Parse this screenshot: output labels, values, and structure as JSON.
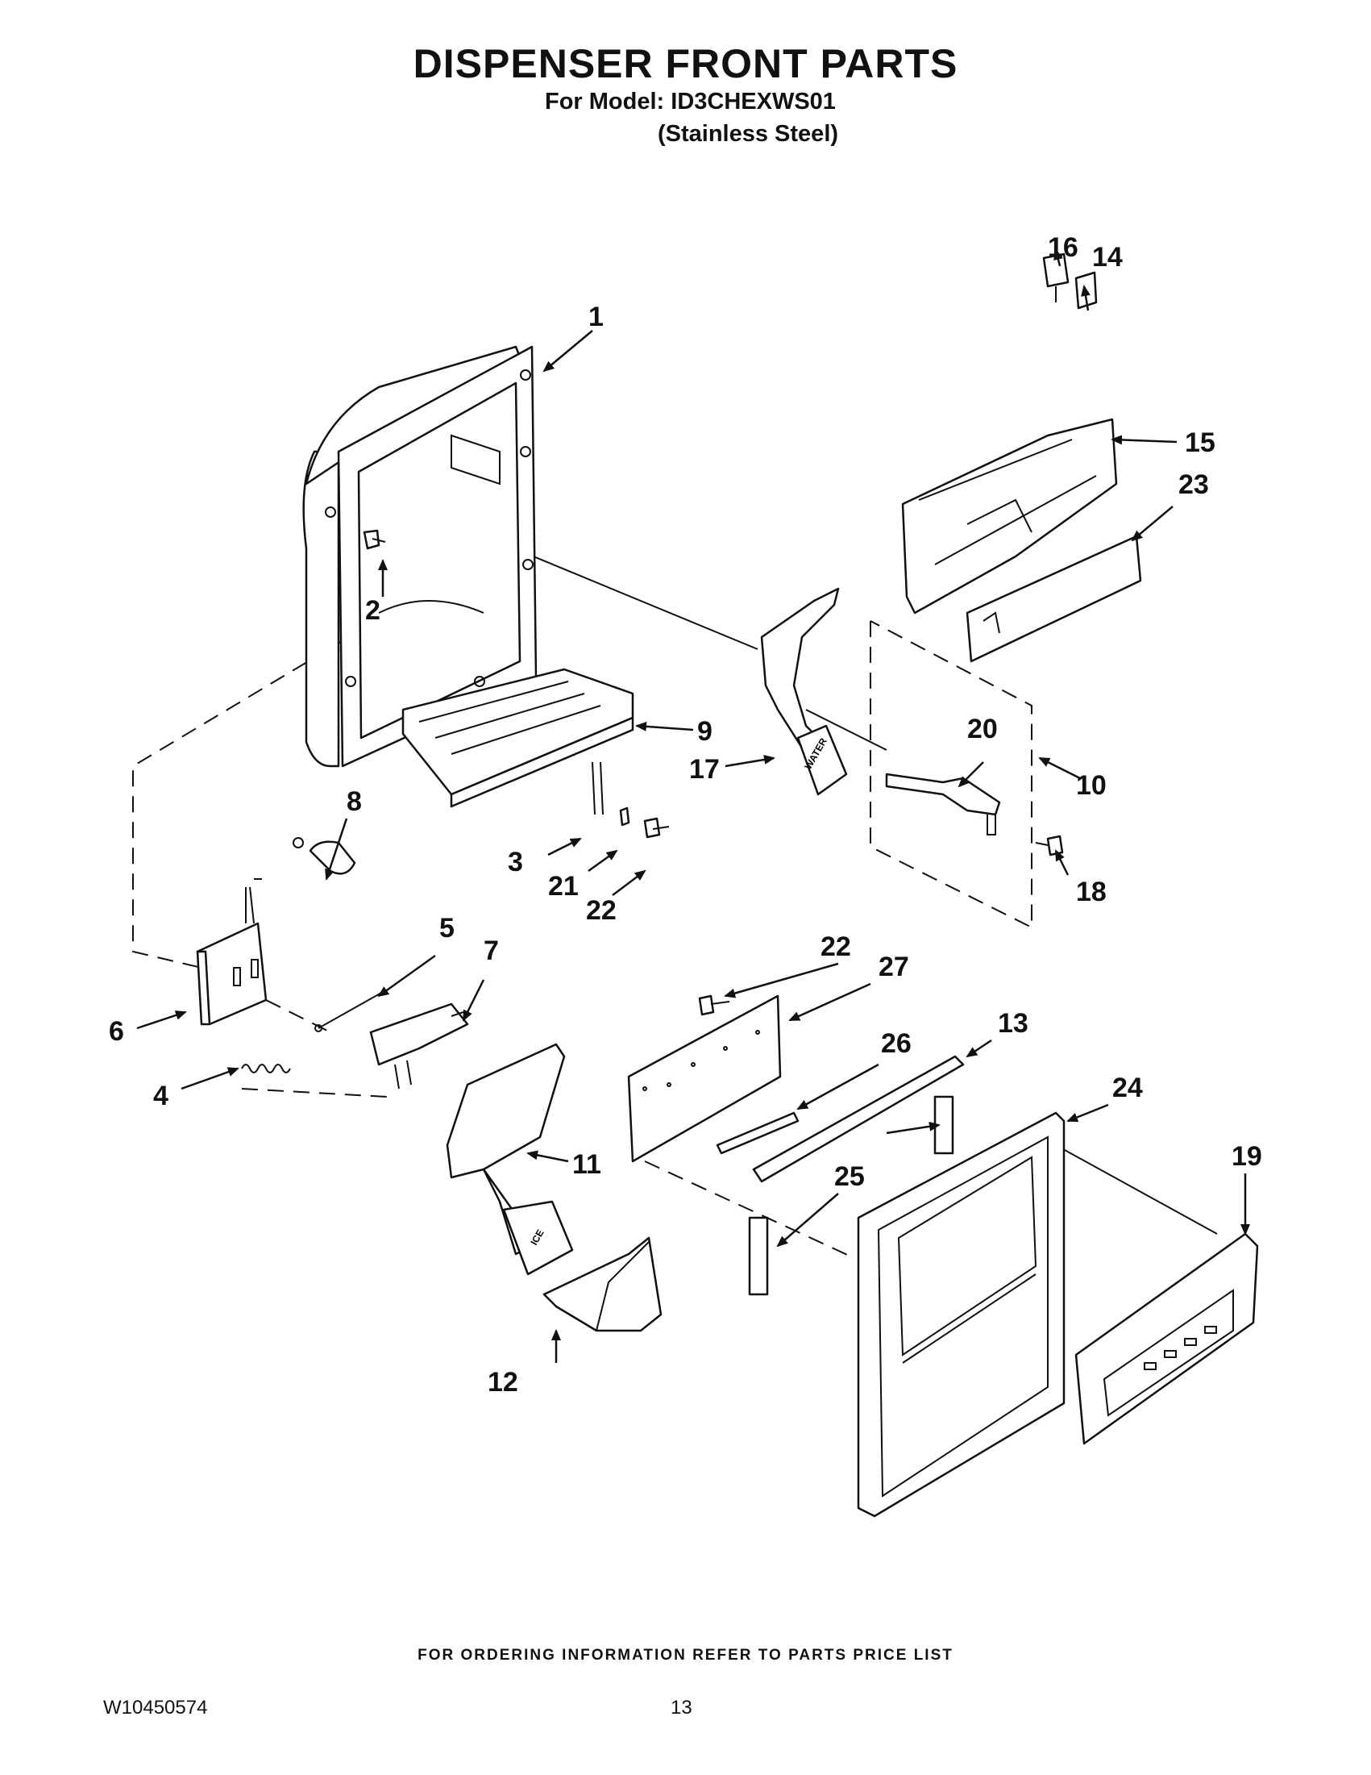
{
  "header": {
    "title": "DISPENSER FRONT PARTS",
    "model_line": "For Model: ID3CHEXWS01",
    "finish_line": "(Stainless Steel)"
  },
  "callouts": [
    "1",
    "2",
    "3",
    "4",
    "5",
    "6",
    "7",
    "8",
    "9",
    "10",
    "11",
    "12",
    "13",
    "14",
    "15",
    "16",
    "17",
    "18",
    "19",
    "20",
    "21",
    "22",
    "22",
    "23",
    "24",
    "25",
    "26",
    "27"
  ],
  "part_markings": {
    "water_pad": "WATER",
    "ice_pad": "ICE"
  },
  "footer": {
    "note": "FOR ORDERING INFORMATION REFER TO PARTS PRICE LIST",
    "doc_number": "W10450574",
    "page_number": "13"
  }
}
